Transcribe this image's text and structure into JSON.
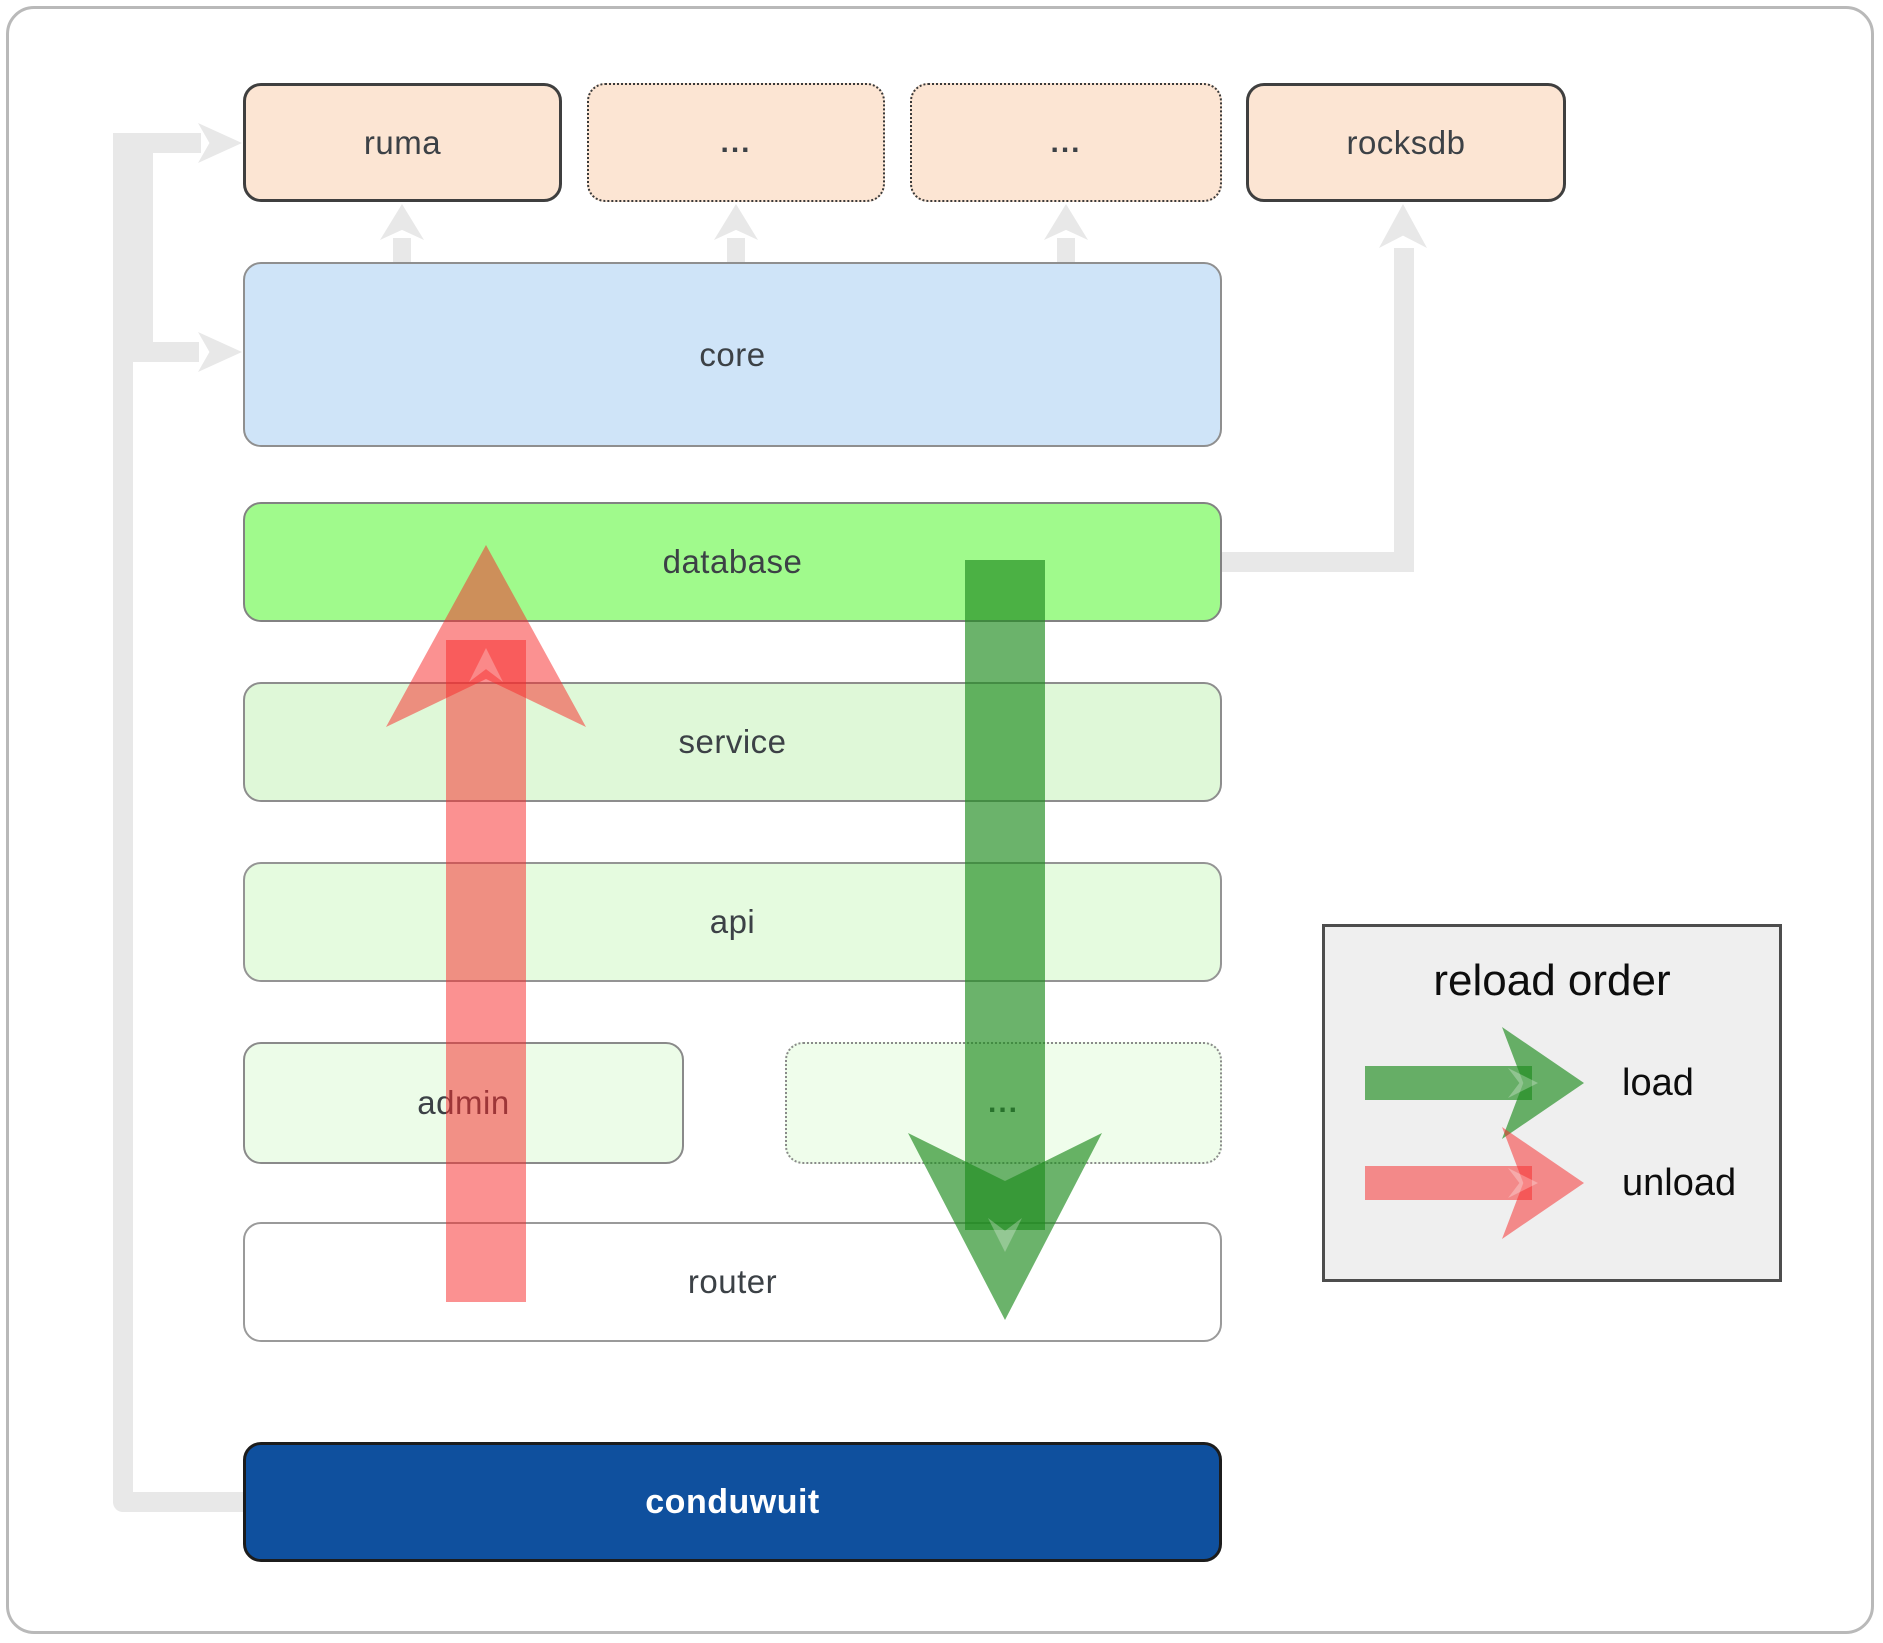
{
  "boxes": {
    "ruma": "ruma",
    "dots_top_1": "...",
    "dots_top_2": "...",
    "rocksdb": "rocksdb",
    "core": "core",
    "database": "database",
    "service": "service",
    "api": "api",
    "admin": "admin",
    "dots_admin": "...",
    "router": "router",
    "conduwuit": "conduwuit"
  },
  "legend": {
    "title": "reload order",
    "items": [
      {
        "label": "load",
        "color": "#1e8c1e"
      },
      {
        "label": "unload",
        "color": "#f82d2d"
      }
    ]
  },
  "colors": {
    "load_arrow": "rgba(30,140,30,0.66)",
    "unload_arrow": "rgba(248,45,45,0.52)",
    "connector_gray": "#e8e8e8",
    "peach_box": "#fce5d3",
    "core_box": "#cfe4f8",
    "database_box": "#a0fa8c",
    "service_box": "#dff8d8",
    "api_box": "#e5fbdf",
    "admin_box": "#ecfce8",
    "router_box": "#ffffff",
    "conduwuit_box": "#0f509e",
    "legend_bg": "#efefef"
  }
}
